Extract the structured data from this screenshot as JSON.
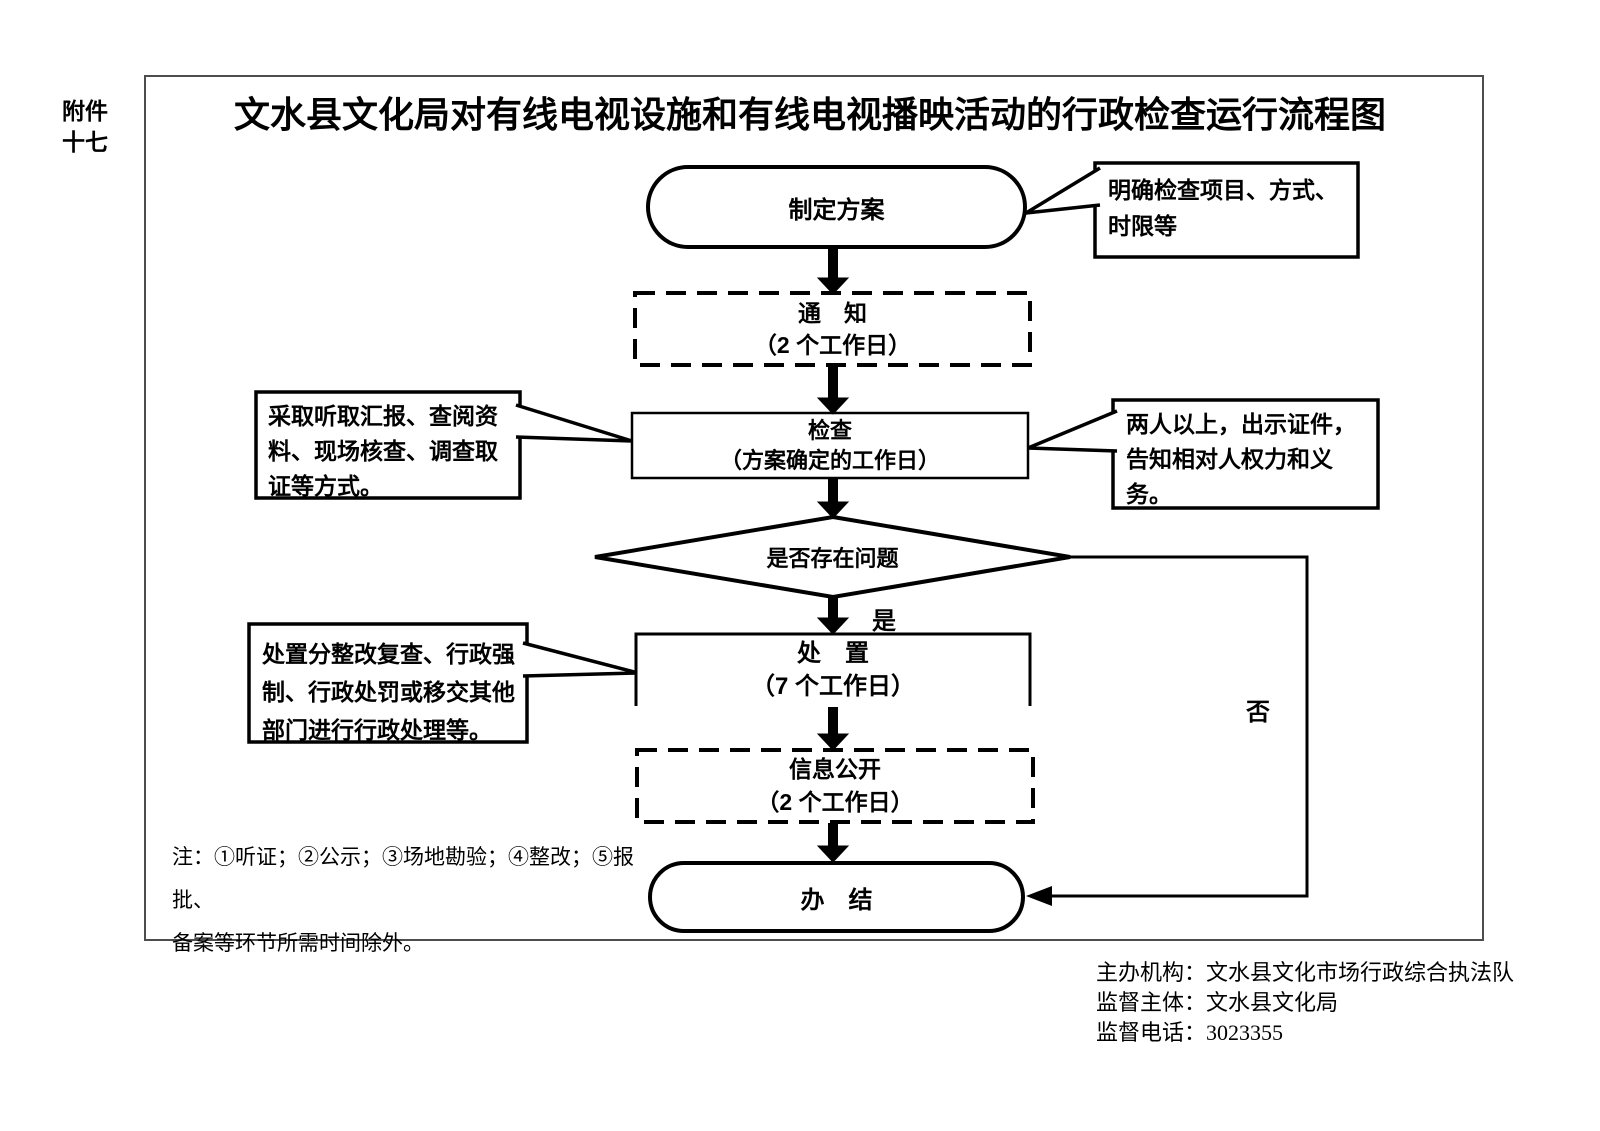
{
  "page": {
    "background": "#ffffff",
    "ink": "#000000",
    "border_color": "#4d4d4d"
  },
  "attachment": {
    "lines": [
      "附件",
      "十七"
    ]
  },
  "title": "文水县文化局对有线电视设施和有线电视播映活动的行政检查运行流程图",
  "flow": {
    "start_label": "制定方案",
    "notify": {
      "lines": [
        "通　知",
        "（2 个工作日）"
      ]
    },
    "inspect": {
      "lines": [
        "检查",
        "（方案确定的工作日）"
      ]
    },
    "decision_label": "是否存在问题",
    "yes_label": "是",
    "no_label": "否",
    "dispose": {
      "lines": [
        "处　置",
        "（7 个工作日）"
      ]
    },
    "publish": {
      "lines": [
        "信息公开",
        "（2 个工作日）"
      ]
    },
    "end_label": "办　结"
  },
  "callouts": {
    "plan": {
      "lines": [
        "明确检查项目、方式、",
        "时限等"
      ]
    },
    "method": {
      "lines": [
        "采取听取汇报、查阅资",
        "料、现场核查、调查取",
        "证等方式。"
      ]
    },
    "credential": {
      "lines": [
        "两人以上，出示证件，",
        "告知相对人权力和义",
        "务。"
      ]
    },
    "dispose": {
      "lines": [
        "处置分整改复查、行政强",
        "制、行政处罚或移交其他",
        "部门进行行政处理等。"
      ]
    }
  },
  "note": {
    "lines": [
      "注：①听证；②公示；③场地勘验；④整改；⑤报批、",
      "备案等环节所需时间除外。"
    ]
  },
  "footer": {
    "lines": [
      "主办机构：文水县文化市场行政综合执法队",
      "监督主体：文水县文化局",
      "监督电话：3023355"
    ]
  }
}
